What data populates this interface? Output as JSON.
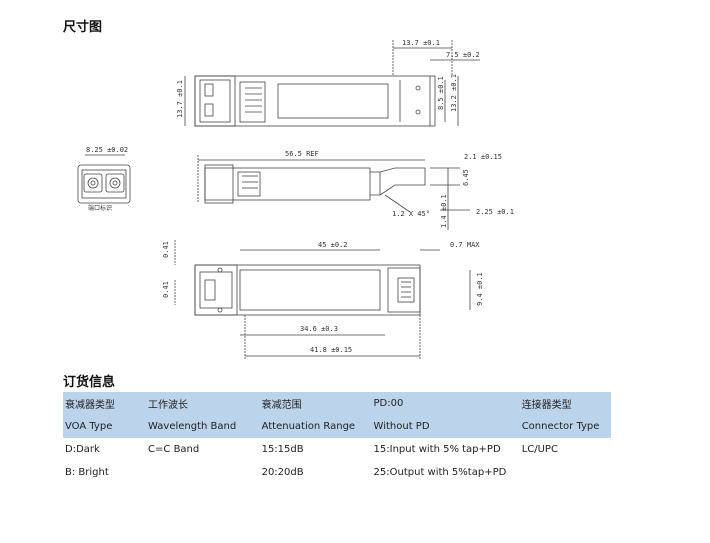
{
  "sections": {
    "dimension_title": "尺寸图",
    "order_title": "订货信息"
  },
  "drawing": {
    "top_view": {
      "dim_top": "13.7 ±0.1",
      "dim_right_top": "7.5 ±0.2",
      "dim_left_height": "13.7 ±0.1",
      "dim_right_a": "8.5 ±0.1",
      "dim_right_b": "13.2 ±0.1"
    },
    "front_view": {
      "dim_width": "8.25 ±0.02",
      "label": "端口标识"
    },
    "side_view": {
      "dim_length": "56.5 REF",
      "dim_a": "2.1 ±0.15",
      "dim_b": "6.45",
      "dim_c": "2.25 ±0.1",
      "dim_d": "1.2 X 45°",
      "dim_e": "1.4 ±0.1"
    },
    "bottom_view": {
      "dim_45": "45 ±0.2",
      "dim_07": "0.7 MAX",
      "dim_left_a": "0.41",
      "dim_left_b": "0.41",
      "dim_right": "9.4 ±0.1",
      "dim_346": "34.6 ±0.3",
      "dim_418": "41.8 ±0.15"
    }
  },
  "order_table": {
    "header_cn": [
      "衰减器类型",
      "工作波长",
      "衰减范围",
      "PD:00",
      "连接器类型"
    ],
    "header_en": [
      "VOA Type",
      "Wavelength Band",
      "Attenuation Range",
      "Without PD",
      "Connector Type"
    ],
    "rows": [
      [
        "D:Dark",
        "C=C Band",
        "15:15dB",
        "15:Input with 5% tap+PD",
        "LC/UPC"
      ],
      [
        "B:  Bright",
        "",
        "20:20dB",
        "25:Output with 5%tap+PD",
        ""
      ]
    ]
  }
}
